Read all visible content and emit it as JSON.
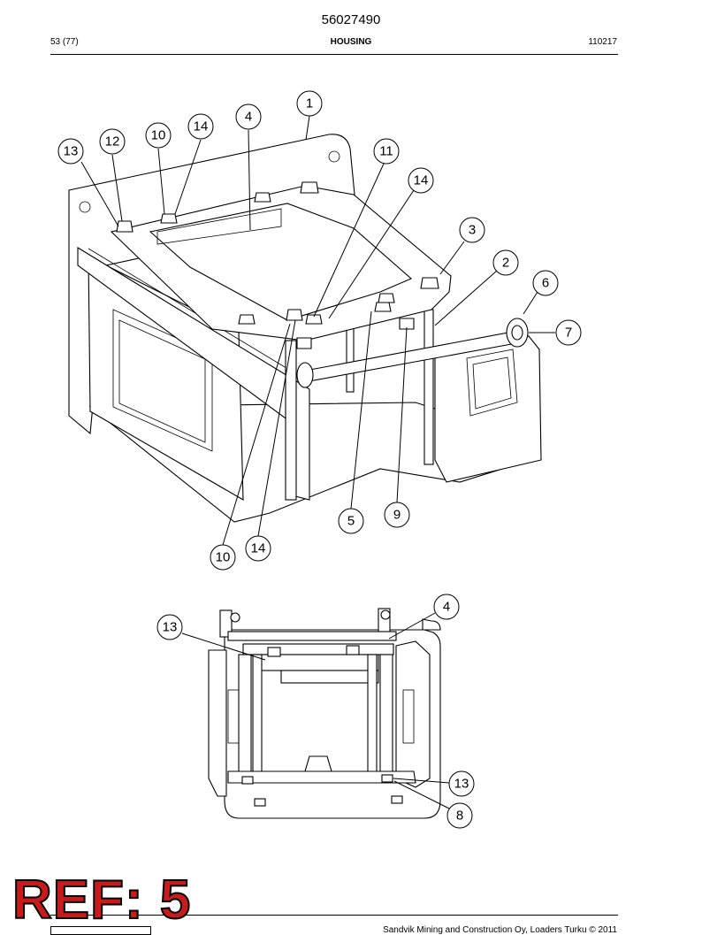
{
  "header": {
    "document_code": "56027490",
    "page_number": "53 (77)",
    "section_title": "HOUSING",
    "date_code": "110217"
  },
  "callouts_main": [
    "1",
    "4",
    "14",
    "10",
    "12",
    "13",
    "11",
    "14",
    "3",
    "2",
    "6",
    "7",
    "9",
    "5",
    "14",
    "10"
  ],
  "callouts_small": [
    "13",
    "4",
    "13",
    "8"
  ],
  "overlay": {
    "ref_label": "REF: 5"
  },
  "footer": {
    "copyright": "Sandvik Mining and Construction Oy, Loaders Turku © 2011"
  }
}
